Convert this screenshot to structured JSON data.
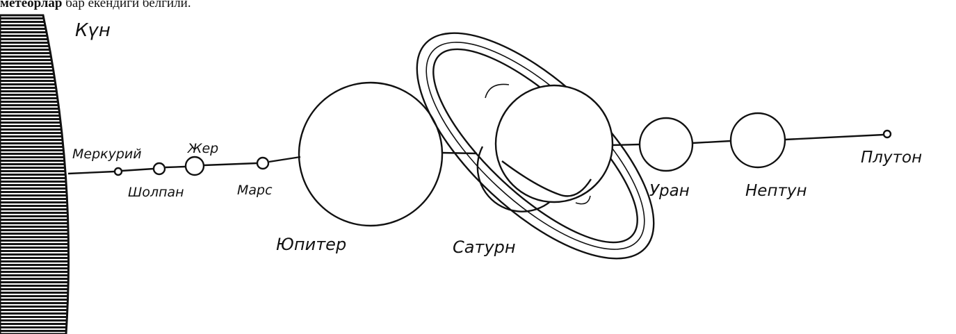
{
  "caption": {
    "bold": "метеорлар",
    "rest": " бар екендиги белгили."
  },
  "labels": {
    "sun": "Күн",
    "mercury": "Меркурий",
    "venus": "Шолпан",
    "earth": "Жер",
    "mars": "Марс",
    "jupiter": "Юпитер",
    "saturn": "Сатурн",
    "uranus": "Уран",
    "neptune": "Нептун",
    "pluto": "Плутон"
  }
}
